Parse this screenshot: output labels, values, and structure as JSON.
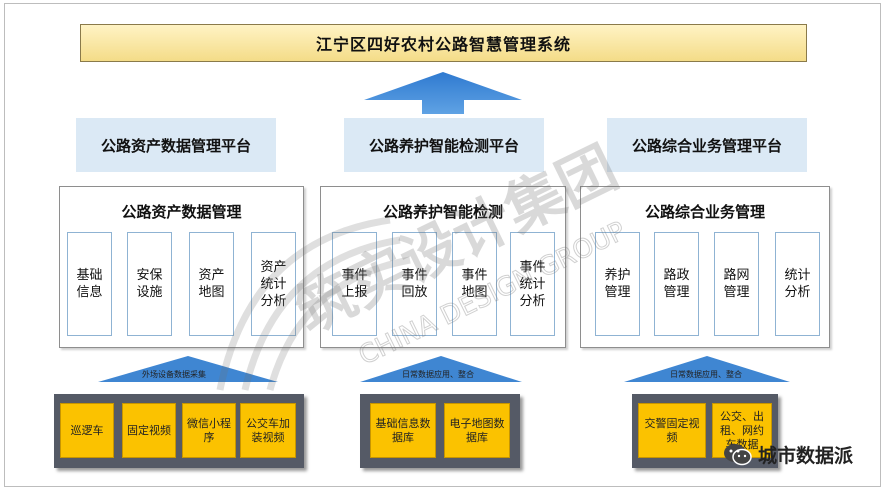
{
  "title": "江宁区四好农村公路智慧管理系统",
  "platforms": [
    "公路资产数据管理平台",
    "公路养护智能检测平台",
    "公路综合业务管理平台"
  ],
  "sections": [
    {
      "title": "公路资产数据管理",
      "modules": [
        "基础信息",
        "安保设施",
        "资产地图",
        "资产统计分析"
      ]
    },
    {
      "title": "公路养护智能检测",
      "modules": [
        "事件上报",
        "事件回放",
        "事件地图",
        "事件统计分析"
      ]
    },
    {
      "title": "公路综合业务管理",
      "modules": [
        "养护管理",
        "路政管理",
        "路网管理",
        "统计分析"
      ]
    }
  ],
  "arrow_labels": [
    "外场设备数据采集",
    "日常数据应用、整合",
    "日常数据应用、整合"
  ],
  "sources": [
    [
      "巡逻车",
      "固定视频",
      "微信小程序",
      "公交车加装视频"
    ],
    [
      "基础信息数据库",
      "电子地图数据库"
    ],
    [
      "交警固定视频",
      "公交、出租、网约车数据"
    ]
  ],
  "watermark": {
    "chinese": "筑实设计集团",
    "english": "CHINA DESIGN GROUP",
    "badge_text": "城市数据派",
    "badge_icon": "wechat-icon"
  },
  "colors": {
    "arrow": "#3f86d2",
    "platform_bg": "#dbe9f5",
    "tile": "#fbc200",
    "tray": "#555a66"
  }
}
